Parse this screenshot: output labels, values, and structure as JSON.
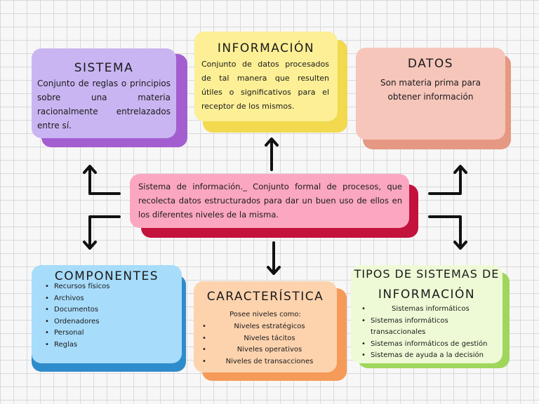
{
  "sistema": {
    "title": "SISTEMA",
    "text": "Conjunto de reglas o principios sobre una materia racionalmente entrelazados entre sí."
  },
  "informacion": {
    "title": "INFORMACIÓN",
    "text": "Conjunto de datos procesados de tal manera que resulten útiles o significativos para el receptor de los mismos."
  },
  "datos": {
    "title": "DATOS",
    "text": "Son materia prima para obtener información"
  },
  "central": {
    "text": "Sistema de información._ Conjunto formal de procesos, que recolecta datos estructurados para dar un buen uso de ellos en los diferentes niveles de la misma."
  },
  "componentes": {
    "title": "COMPONENTES",
    "items": [
      "Recursos físicos",
      "Archivos",
      "Documentos",
      "Ordenadores",
      "Personal",
      "Reglas"
    ]
  },
  "caracteristica": {
    "title": "CARACTERÍSTICA",
    "intro": "Posee niveles como:",
    "items": [
      "Niveles estratégicos",
      "Niveles tácitos",
      "Niveles operativos",
      "Niveles de transacciones"
    ]
  },
  "tipos": {
    "title_line1": "TIPOS DE SISTEMAS DE",
    "title_line2": "INFORMACIÓN",
    "items": [
      "Sistemas informáticos",
      "Sistemas informáticos transaccionales",
      "Sistemas informáticos de gestión",
      "Sistemas de ayuda a la decisión"
    ]
  },
  "colors": {
    "sistema": "#c9b5f2",
    "sistema_shadow": "#a35fd0",
    "informacion": "#fcef95",
    "informacion_shadow": "#f2d94e",
    "datos": "#f6c6bb",
    "datos_shadow": "#e59883",
    "central": "#fba7c1",
    "central_shadow": "#c3123c",
    "componentes": "#a7dcfb",
    "componentes_shadow": "#2f8ccc",
    "caracteristica": "#fdd3ae",
    "caracteristica_shadow": "#f59a58",
    "tipos": "#eefad6",
    "tipos_shadow": "#9fd65c"
  }
}
